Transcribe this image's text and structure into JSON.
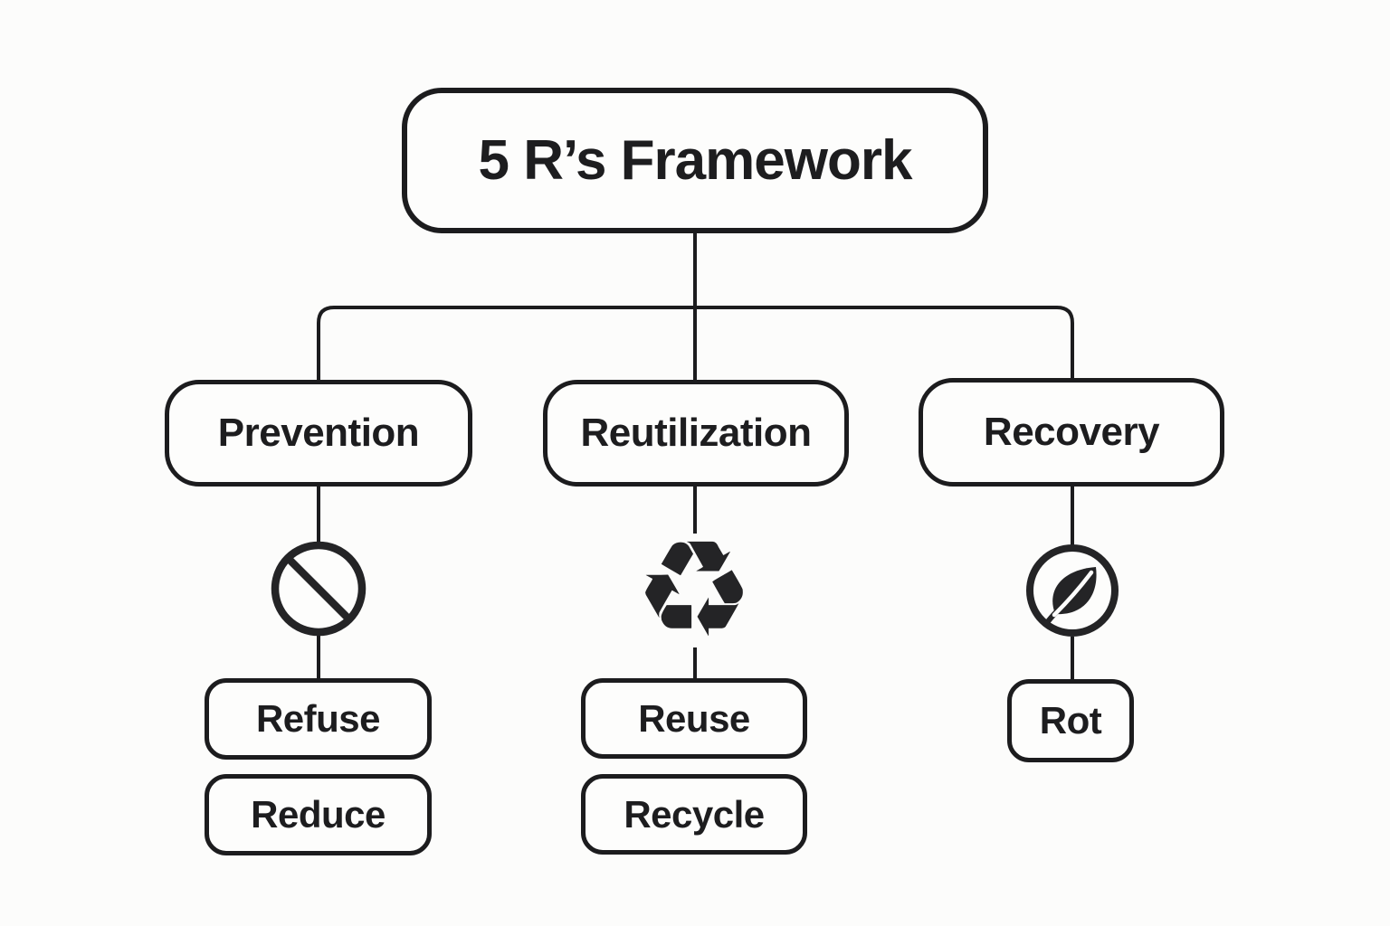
{
  "title": {
    "label": "5 R’s Framework"
  },
  "branches": [
    {
      "label": "Prevention",
      "icon": "prohibition-icon",
      "children": [
        {
          "label": "Refuse"
        },
        {
          "label": "Reduce"
        }
      ]
    },
    {
      "label": "Reutilization",
      "icon": "recycle-icon",
      "children": [
        {
          "label": "Reuse"
        },
        {
          "label": "Recycle"
        }
      ]
    },
    {
      "label": "Recovery",
      "icon": "leaf-icon",
      "children": [
        {
          "label": "Rot"
        }
      ]
    }
  ],
  "icons": {
    "recycle_glyph": "♻"
  },
  "colors": {
    "line": "#1c1c1e",
    "text": "#1d1d1f",
    "icon_fill": "#242426",
    "background": "#fcfcfb",
    "node_background": "#fdfdfc"
  }
}
